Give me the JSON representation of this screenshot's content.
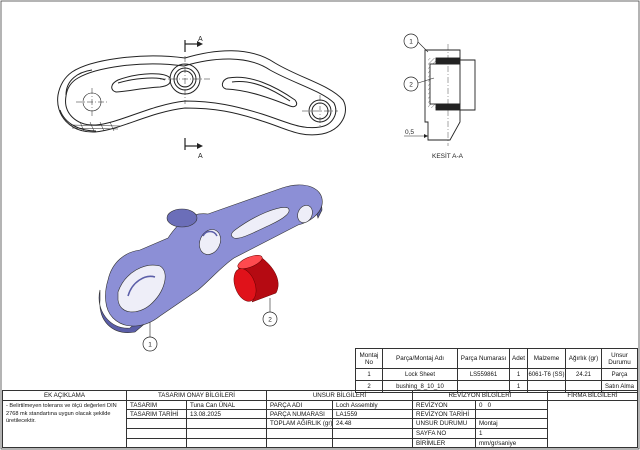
{
  "drawing": {
    "section_label_top": "A",
    "section_label_bottom": "A",
    "section_view_title": "KESİT A-A",
    "dimension_value": "0,5",
    "balloons": {
      "section_1": "1",
      "section_2": "2",
      "iso_1": "1",
      "iso_2": "2"
    },
    "colors": {
      "part_body": "#8c8fd6",
      "part_shadow": "#5b5ea8",
      "bushing": "#e0121a"
    }
  },
  "bom": {
    "headers": [
      "Montaj No",
      "Parça/Montaj Adı",
      "Parça Numarası",
      "Adet",
      "Malzeme",
      "Ağırlık (gr)",
      "Unsur Durumu"
    ],
    "rows": [
      [
        "1",
        "Lock Sheet",
        "LS559861",
        "1",
        "6061-T6 (SS)",
        "24.21",
        "Parça"
      ],
      [
        "2",
        "bushing_8_10_10",
        "",
        "1",
        "",
        "",
        "Satın Alma"
      ]
    ]
  },
  "title_block": {
    "ek_aciklama_header": "EK AÇIKLAMA",
    "ek_aciklama_text": "- Belirtilmeyen tolerans ve ölçü değerleri DIN 2768 mk standartına uygun olacak şekilde üretilecektir.",
    "onay_header": "TASARIM ONAY BİLGİLERİ",
    "tasarim_label": "TASARIM",
    "tasarim_value": "Tuna Can ÜNAL",
    "tasarim_tarihi_label": "TASARIM TARİHİ",
    "tasarim_tarihi_value": "13.08.2025",
    "unsur_header": "UNSUR BİLGİLERİ",
    "parca_adi_label": "PARÇA ADI",
    "parca_adi_value": "Loch Assembly",
    "parca_numarasi_label": "PARÇA NUMARASI",
    "parca_numarasi_value": "LA1559",
    "toplam_agirlik_label": "TOPLAM AĞIRLIK (gr)",
    "toplam_agirlik_value": "24.48",
    "revizyon_header": "REVİZYON BİLGİLERİ",
    "revizyon_label": "REVİZYON",
    "revizyon_value": "0",
    "revizyon_value2": "0",
    "revizyon_tarihi_label": "REVİZYON TARİHİ",
    "revizyon_tarihi_value": "",
    "unsur_durumu_label": "UNSUR DURUMU",
    "unsur_durumu_value": "Montaj",
    "sayfa_no_label": "SAYFA NO",
    "sayfa_no_value": "1",
    "birimler_label": "BİRİMLER",
    "birimler_value": "mm/gr/saniye",
    "firma_header": "FİRMA BİLGİLERİ"
  }
}
